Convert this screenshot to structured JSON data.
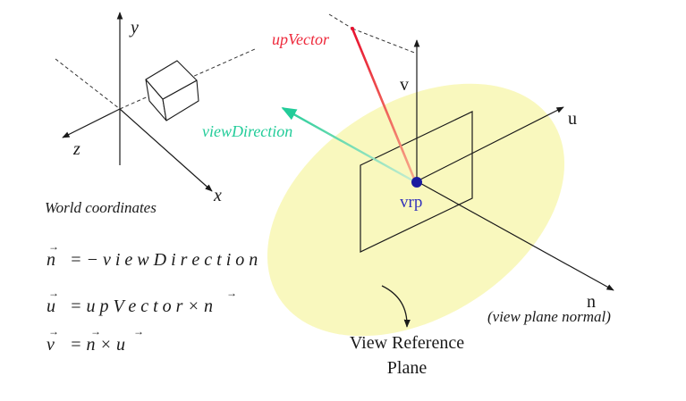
{
  "world": {
    "axis_y": "y",
    "axis_z": "z",
    "axis_x": "x",
    "caption": "World coordinates"
  },
  "vectors": {
    "up_vector": "upVector",
    "view_direction": "viewDirection",
    "v": "v",
    "u": "u",
    "n": "n",
    "n_note": "(view plane normal)",
    "vrp": "vrp"
  },
  "plane_label": {
    "line1": "View Reference",
    "line2": "Plane"
  },
  "equations": [
    {
      "lhs": "n",
      "rhs": "= − v i e w D i r e c t i o n"
    },
    {
      "lhs": "u",
      "rhs": "= u p V e c t o r × n"
    },
    {
      "lhs": "v",
      "rhs": "= n × u"
    }
  ],
  "colors": {
    "plane_fill": "#f9f8be",
    "up_vector": "#ee2a3c",
    "view_direction": "#22cc99",
    "vrp_dot": "#1a1aa0",
    "vrp_text": "#3333bb",
    "ink": "#1a1a1a"
  }
}
